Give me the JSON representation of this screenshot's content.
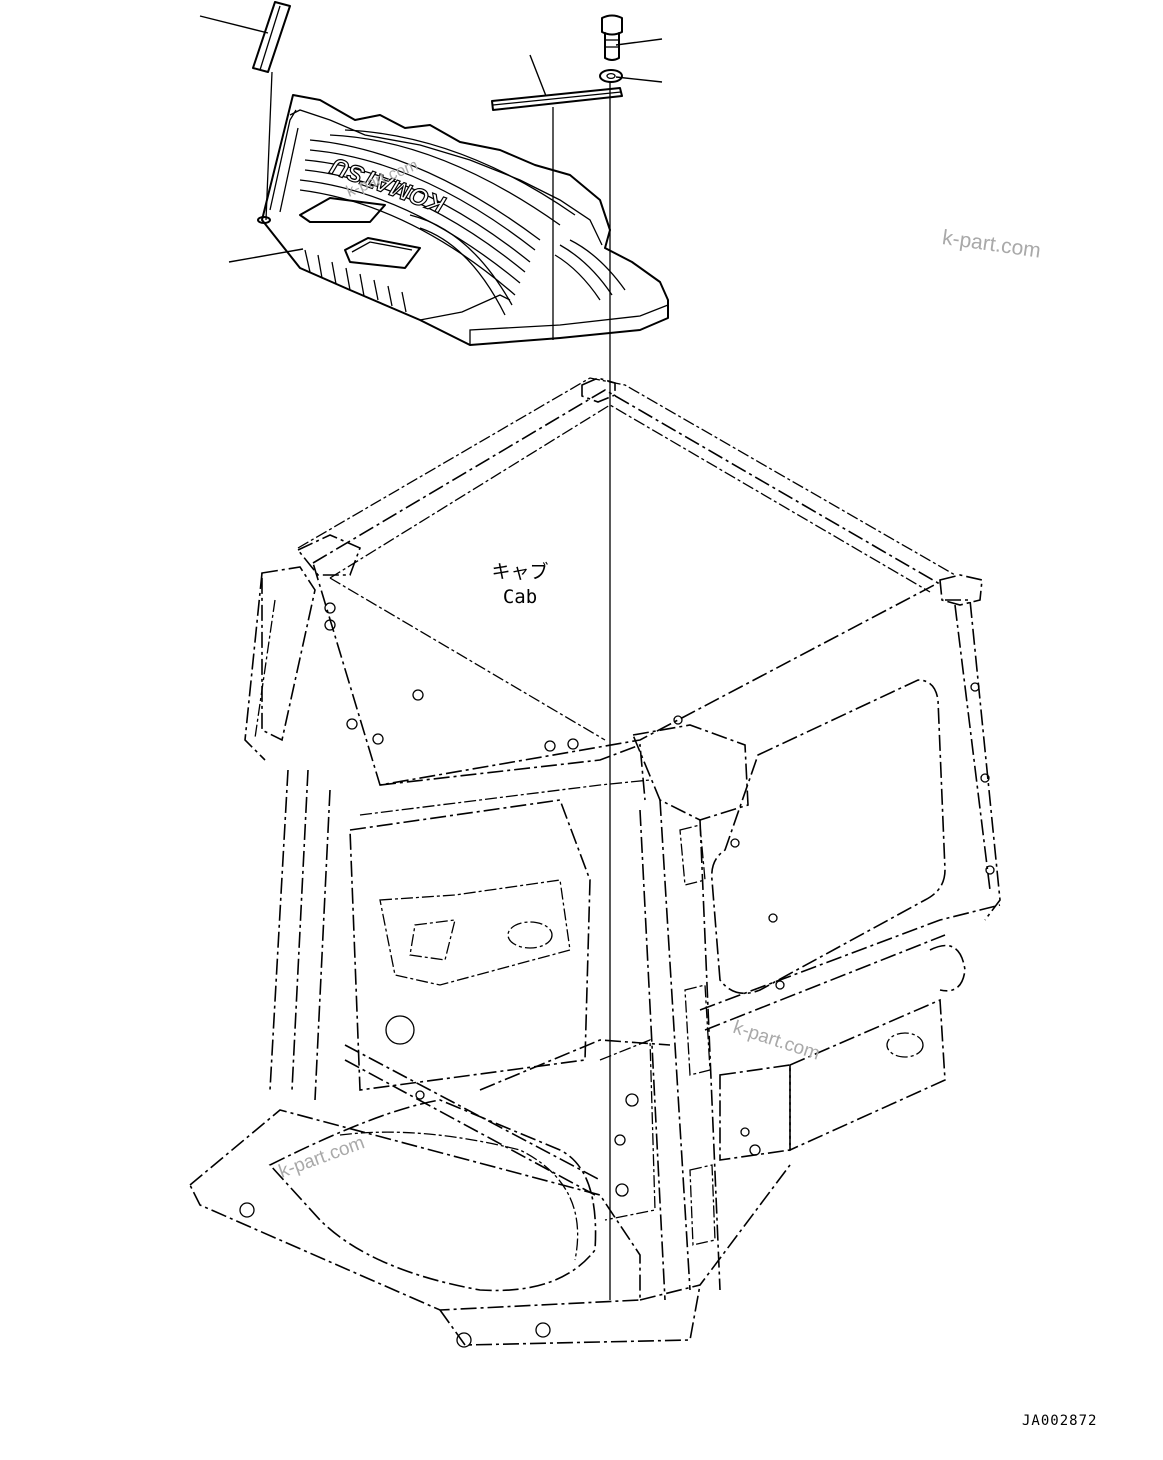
{
  "diagram": {
    "cab_label_jp": "キャブ",
    "cab_label_en": "Cab",
    "reference_code": "JA002872",
    "logo_text": "KOMATSU",
    "watermarks": [
      "k-part.com",
      "k-part.com",
      "k-part.com",
      "k-part.com"
    ],
    "parts": [
      {
        "name": "seal-strip-left"
      },
      {
        "name": "roof-cover"
      },
      {
        "name": "seal-strip-center"
      },
      {
        "name": "bolt"
      },
      {
        "name": "washer"
      }
    ]
  }
}
